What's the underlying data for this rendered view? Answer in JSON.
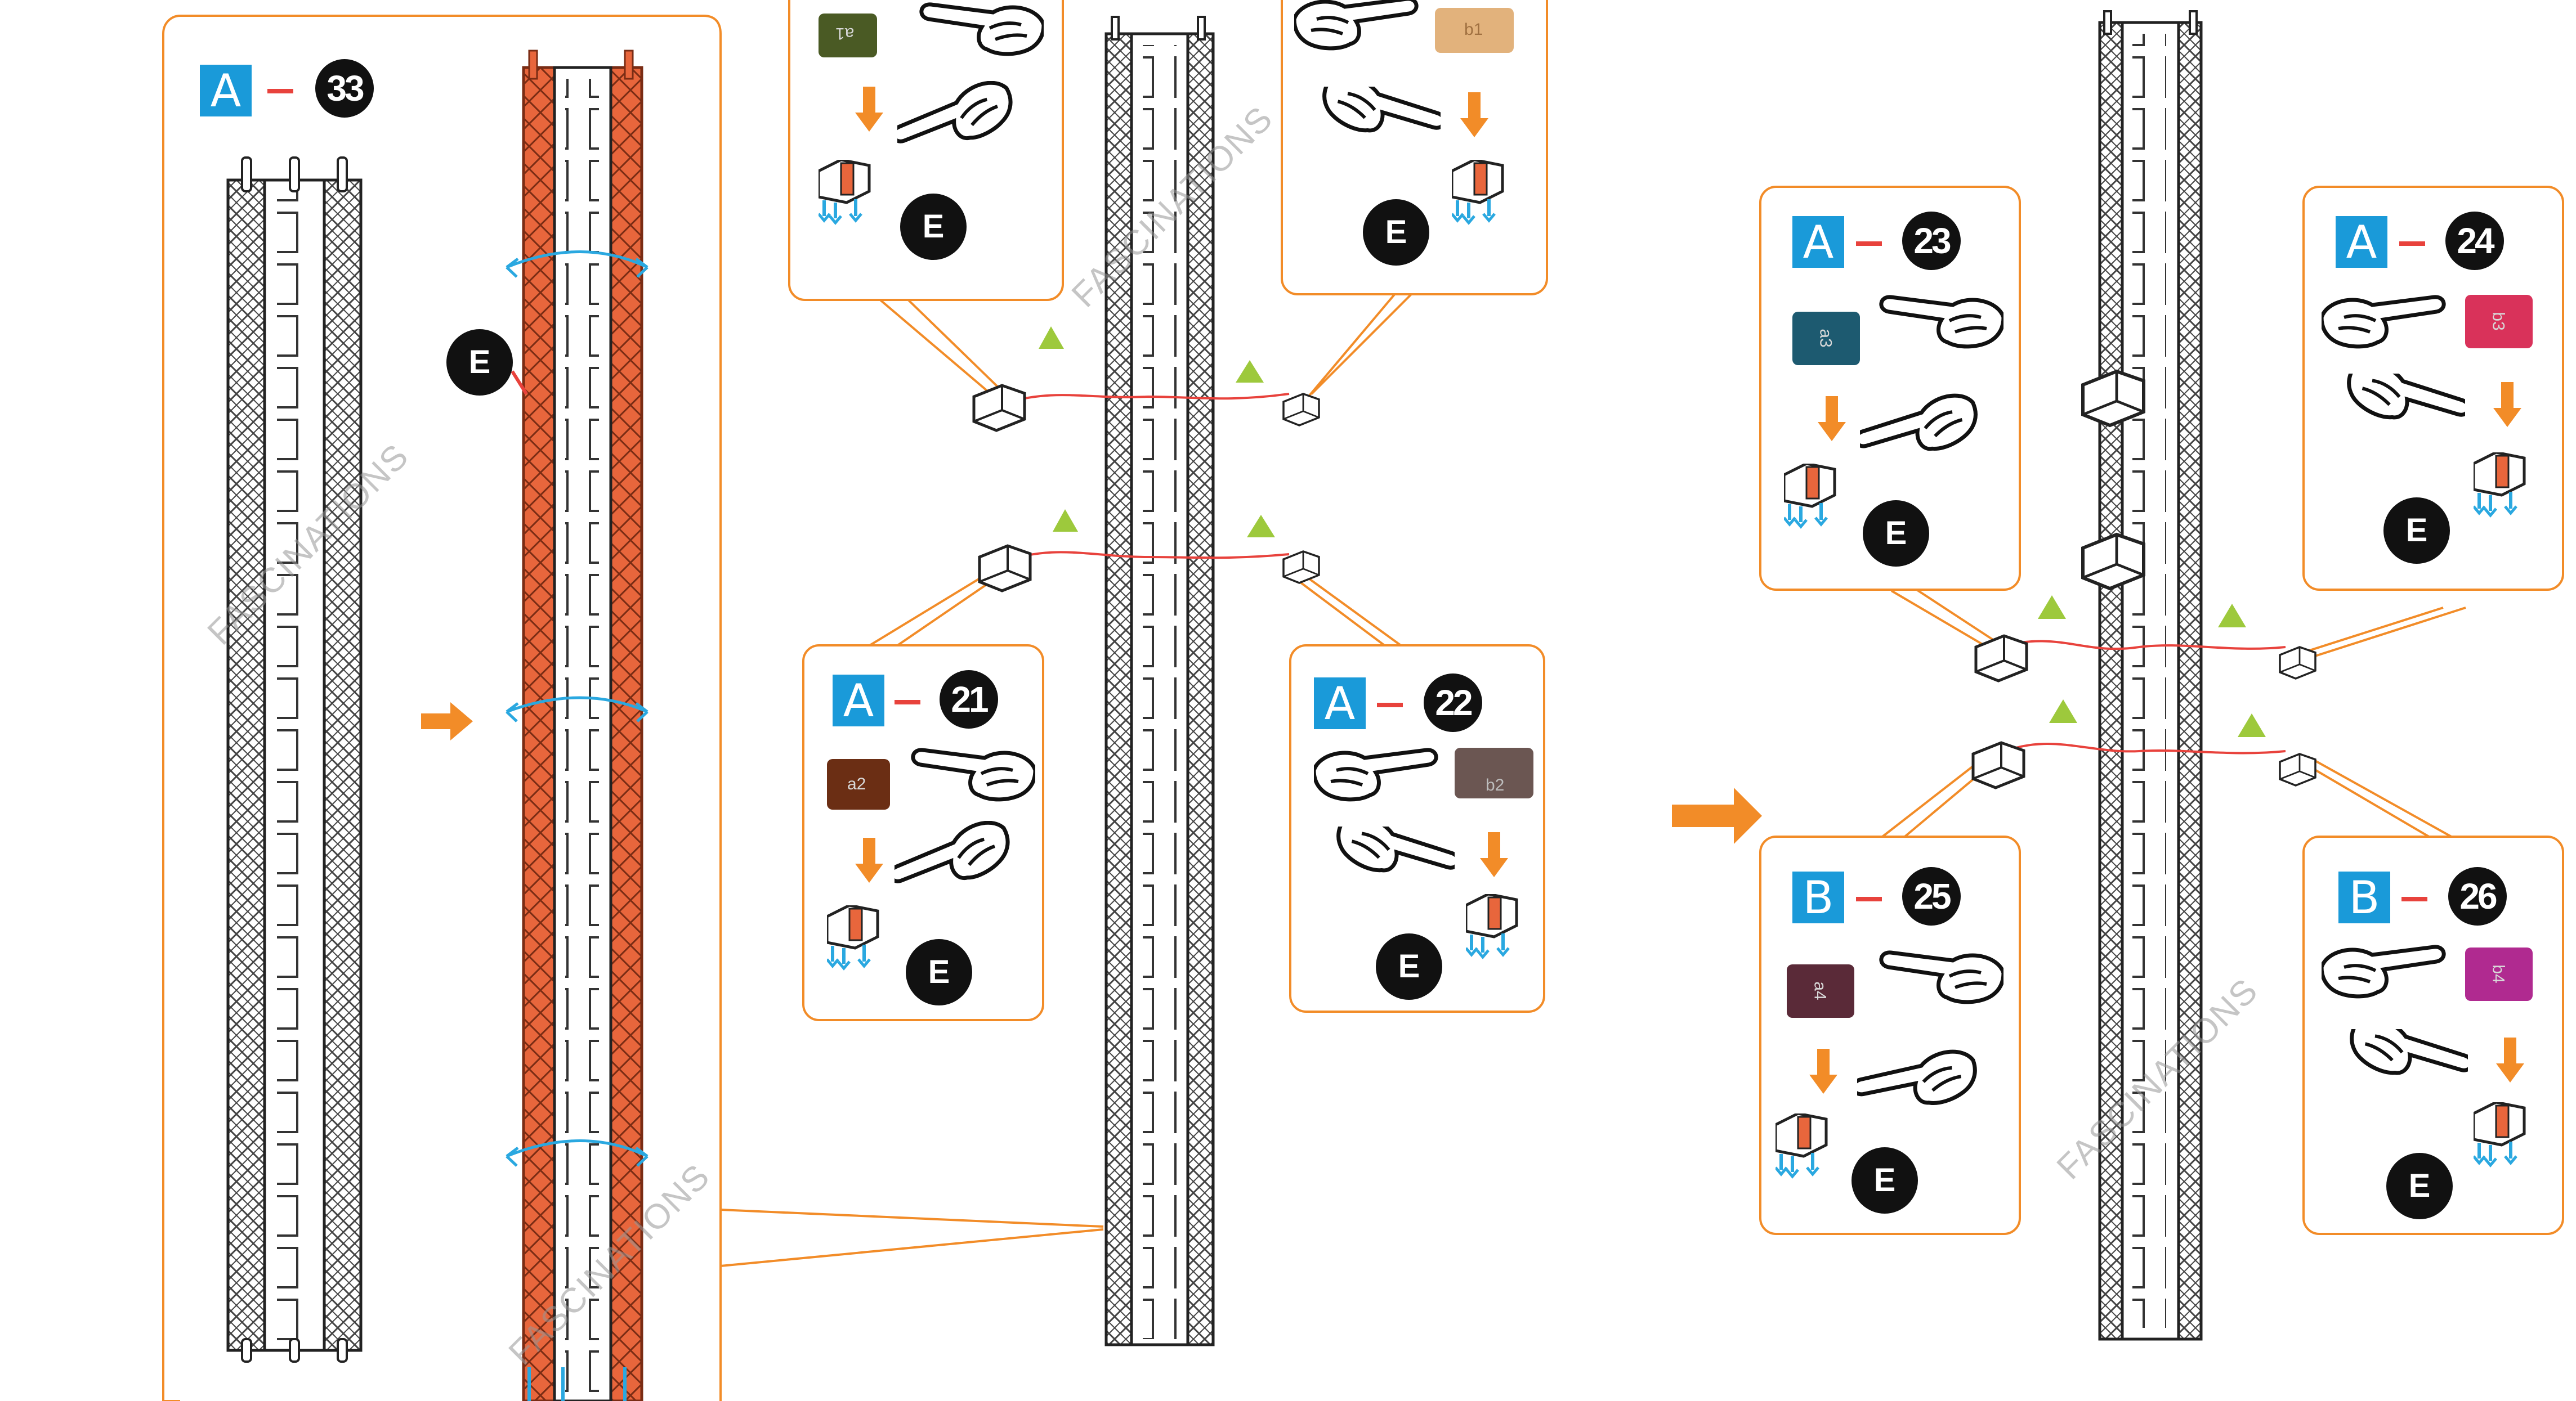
{
  "watermark": "FASCINATIONS",
  "colors": {
    "accent_orange": "#f28c28",
    "letter_blue": "#1a9ad9",
    "guide_red": "#e8423c",
    "rail_red": "#e8663c",
    "arrow_green": "#9dc93c",
    "arrow_blue": "#2aa8e0"
  },
  "steps": {
    "s33": {
      "letter": "A",
      "number": "33"
    },
    "s21": {
      "letter": "A",
      "number": "21",
      "tag": "a2",
      "tag_color": "#6b2e14"
    },
    "s22": {
      "letter": "A",
      "number": "22",
      "tag": "b2",
      "tag_color": "#6b5652"
    },
    "s23": {
      "letter": "A",
      "number": "23",
      "tag": "a3",
      "tag_color": "#1d5a70"
    },
    "s24": {
      "letter": "A",
      "number": "24",
      "tag": "b3",
      "tag_color": "#d9325a"
    },
    "s25": {
      "letter": "B",
      "number": "25",
      "tag": "a4",
      "tag_color": "#5a2a38"
    },
    "s26": {
      "letter": "B",
      "number": "26",
      "tag": "b4",
      "tag_color": "#b02a90"
    },
    "top_left": {
      "tag": "a1",
      "tag_color": "#4a5a24"
    },
    "top_right": {
      "tag": "b1",
      "tag_color": "#e2b27c"
    }
  },
  "connector_label": "E",
  "icons": [
    "hand-pointing-icon",
    "orange-arrow-icon",
    "clip-connector-icon",
    "green-triangle-icon"
  ]
}
